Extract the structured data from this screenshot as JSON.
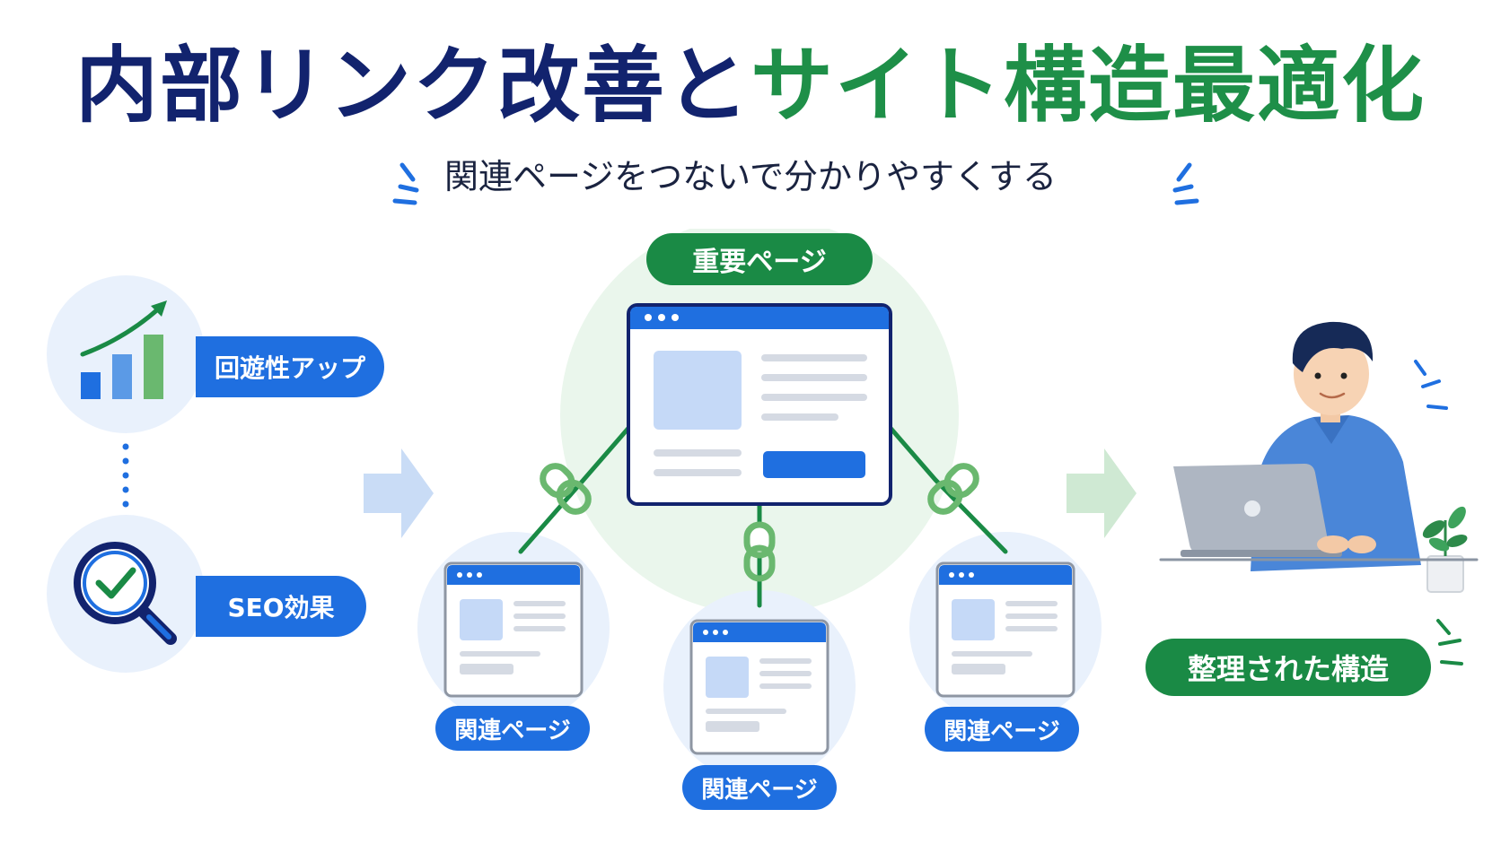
{
  "title": {
    "part1": "内部リンク改善と",
    "part2": "サイト構造最適化"
  },
  "subtitle": "関連ページをつないで分かりやすくする",
  "main_page_label": "重要ページ",
  "related_pages": [
    {
      "label": "関連ページ"
    },
    {
      "label": "関連ページ"
    },
    {
      "label": "関連ページ"
    }
  ],
  "benefits": [
    {
      "label": "回遊性アップ",
      "icon": "bar-chart-growth-icon"
    },
    {
      "label": "SEO効果",
      "icon": "magnifier-check-icon"
    }
  ],
  "result_label": "整理された構造",
  "colors": {
    "navy": "#12236e",
    "green": "#1a8a45",
    "blue": "#1f6fe0",
    "light_green_bg": "#eaf6ec",
    "light_blue_bg": "#e9f1fc"
  }
}
